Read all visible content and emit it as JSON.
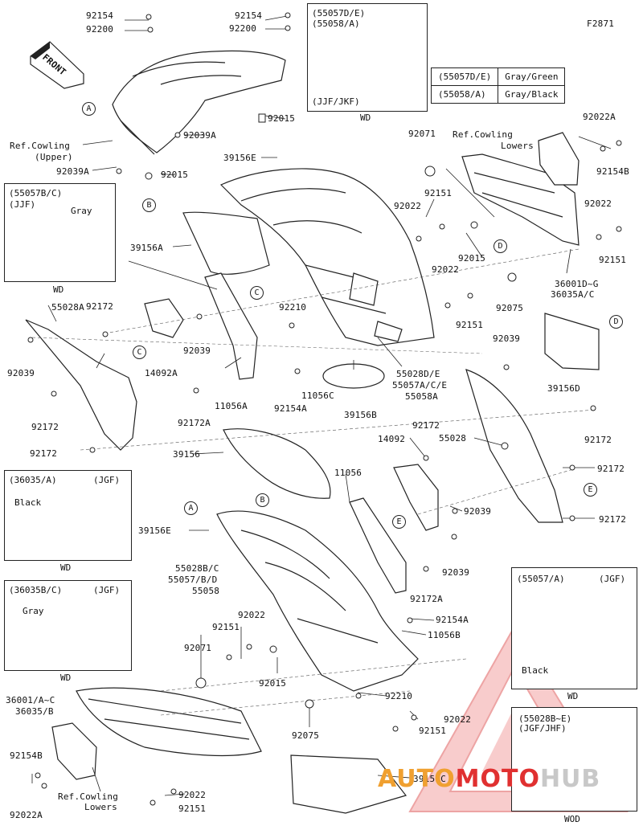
{
  "figure_code": "F2871",
  "front_label": "FRONT",
  "color_table": [
    {
      "part": "(55057D/E)",
      "color": "Gray/Green"
    },
    {
      "part": "(55058/A)",
      "color": "Gray/Black"
    }
  ],
  "watermark": {
    "part1": "AUTO",
    "part2": "MOTO",
    "part3": "HUB"
  },
  "callouts": [
    "A",
    "B",
    "C",
    "D",
    "E"
  ],
  "labels": {
    "l92154_tl": "92154",
    "l92200_tl": "92200",
    "l92154_tm": "92154",
    "l92200_tm": "92200",
    "l_refcowl_up": "Ref.Cowling",
    "l_upper": "(Upper)",
    "l92039A_a": "92039A",
    "l92039A_b": "92039A",
    "l92015_a": "92015",
    "l92015_b": "92015",
    "l39156E_a": "39156E",
    "l92071_a": "92071",
    "l_refcowl_low_a": "Ref.Cowling",
    "l_lowers_a": "Lowers",
    "l92022A_a": "92022A",
    "l92154B_a": "92154B",
    "l92151_a": "92151",
    "l92022_a": "92022",
    "l92022_b": "92022",
    "l92151_b": "92151",
    "l92015_c": "92015",
    "l39156A": "39156A",
    "l36001D": "36001D~G",
    "l36035A": "36035A/C",
    "l92022_c": "92022",
    "l92075_a": "92075",
    "l92151_c": "92151",
    "l55028A": "55028A",
    "l92172_a": "92172",
    "l92210_a": "92210",
    "l92039_a": "92039",
    "l92039_b": "92039",
    "l14092A": "14092A",
    "l11056A": "11056A",
    "l11056C": "11056C",
    "l92154A_a": "92154A",
    "l55028DE": "55028D/E",
    "l55057ACE": "55057A/C/E",
    "l55058A": "55058A",
    "l39156B": "39156B",
    "l39156D": "39156D",
    "l92039_c": "92039",
    "l92172_b": "92172",
    "l92172_c": "92172",
    "l92172A_a": "92172A",
    "l92172_d": "92172",
    "l55028": "55028",
    "l14092": "14092",
    "l92172_e": "92172",
    "l92172_f": "92172",
    "l39156": "39156",
    "l11056": "11056",
    "l92039_d": "92039",
    "l92039_e": "92039",
    "l92172_g": "92172",
    "l39156E_b": "39156E",
    "l55028BC": "55028B/C",
    "l55057BD": "55057/B/D",
    "l55058": "55058",
    "l92172A_b": "92172A",
    "l92154A_b": "92154A",
    "l11056B": "11056B",
    "l92022_d": "92022",
    "l92151_d": "92151",
    "l92071_b": "92071",
    "l92015_d": "92015",
    "l36001AC": "36001/A~C",
    "l36035B": "36035/B",
    "l92210_b": "92210",
    "l92022_e": "92022",
    "l92151_e": "92151",
    "l92075_b": "92075",
    "l92154B_b": "92154B",
    "l_refcowl_low_b": "Ref.Cowling",
    "l_lowers_b": "Lowers",
    "l92022A_b": "92022A",
    "l92022_f": "92022",
    "l92151_f": "92151",
    "l39156C": "39156C"
  },
  "insets": {
    "jjf_jkf": {
      "line1": "(55057D/E)",
      "line2": "(55058/A)",
      "variant": "(JJF/JKF)",
      "wd": "WD"
    },
    "b_c_jjf": {
      "line1": "(55057B/C)",
      "variant": "(JJF)",
      "color": "Gray",
      "wd": "WD"
    },
    "a_jgf_black": {
      "line1": "(36035/A)",
      "variant": "(JGF)",
      "color": "Black",
      "wd": "WD"
    },
    "bc_jgf_gray": {
      "line1": "(36035B/C)",
      "variant": "(JGF)",
      "color": "Gray",
      "wd": "WD"
    },
    "a55057_jgf": {
      "line1": "(55057/A)",
      "variant": "(JGF)",
      "color": "Black",
      "wd": "WD"
    },
    "be_jgf_jhf": {
      "line1": "(55028B~E)",
      "variant": "(JGF/JHF)",
      "wd": "WOD"
    }
  }
}
